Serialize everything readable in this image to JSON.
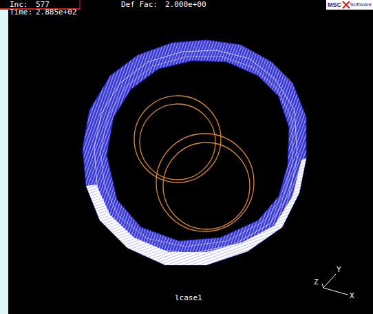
{
  "diagram": {
    "labels": [
      "Inc:",
      "577",
      "Time:",
      "2.885e+02",
      "Def Fac:",
      "2.000e+00",
      "MSC",
      "Software",
      "lcase1",
      "Z",
      "Y",
      "X"
    ]
  }
}
